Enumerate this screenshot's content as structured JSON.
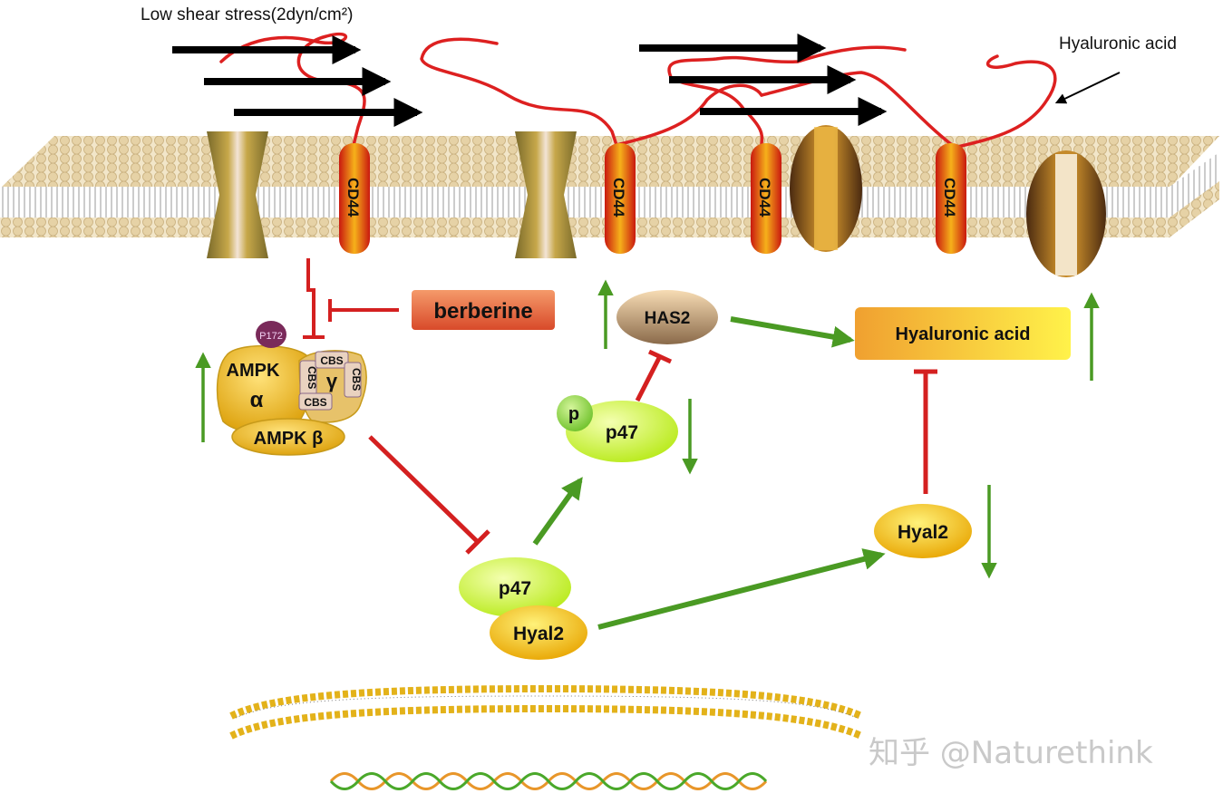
{
  "labels": {
    "shear_stress": "Low shear stress(2dyn/cm²)",
    "hyaluronic_acid_top": "Hyaluronic acid",
    "cd44": "CD44",
    "berberine": "berberine",
    "p172": "P172",
    "ampk": "AMPK",
    "alpha": "α",
    "cbs": "CBS",
    "gamma": "γ",
    "ampk_beta": "AMPK β",
    "has2": "HAS2",
    "hyaluronic_acid_box": "Hyaluronic acid",
    "p": "p",
    "p47": "p47",
    "hyal2": "Hyal2",
    "watermark": "知乎 @Naturethink"
  },
  "colors": {
    "activation": "#4a9a23",
    "inhibition": "#d42020",
    "hyaluronan": "#dd2020",
    "shear_arrow": "#000000",
    "lipid_head": "#e8d6ad",
    "p47": "#c8f23a",
    "hyal2": "#f2c400",
    "berberine_text": "#fff27a"
  }
}
